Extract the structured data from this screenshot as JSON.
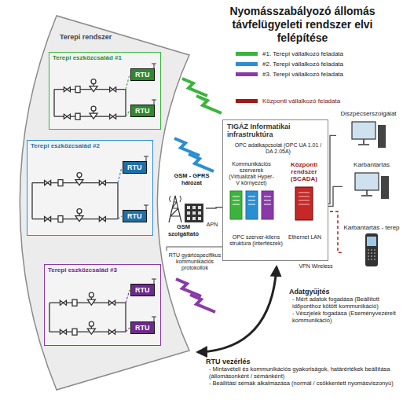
{
  "diagram": {
    "title": "Nyomásszabályozó állomás távfelügyeleti rendszer elvi felépítése",
    "nodes": [
      {
        "text": [
          "Terepi rendszer"
        ]
      },
      {
        "text": [
          "Terepi eszközcsalád #1"
        ],
        "in": 0
      },
      {
        "text": [
          "RTU"
        ],
        "in": 1
      },
      {
        "text": [
          "RTU"
        ],
        "in": 1
      },
      {
        "text": [
          "Terepi eszközcsalád #2"
        ],
        "in": 0
      },
      {
        "text": [
          "RTU"
        ],
        "in": 4
      },
      {
        "text": [
          "RTU"
        ],
        "in": 4
      },
      {
        "text": [
          "Terepi eszközcsalád #3"
        ],
        "in": 0
      },
      {
        "text": [
          "RTU"
        ],
        "in": 7
      },
      {
        "text": [
          "RTU"
        ],
        "in": 7
      },
      {
        "text": [
          "GSM szolgáltató"
        ]
      },
      {
        "text": [
          "TIGÁZ Informatikai infrastruktúra"
        ]
      },
      {
        "text": [
          "Kommunikációs szerverek (Virtualizált Hyper-V környezet)"
        ],
        "in": 11
      },
      {
        "text": [
          "Központi rendszer (SCADA)"
        ],
        "in": 11
      },
      {
        "text": [
          "Diszpécserszolgálat"
        ]
      },
      {
        "text": [
          "Karbantartás"
        ]
      },
      {
        "text": [
          "Karbantartás - terep"
        ]
      }
    ],
    "edges": [
      {
        "from": 10,
        "to": 12,
        "arrow": "none"
      },
      {
        "from": 12,
        "to": 13,
        "arrow": "none"
      },
      {
        "from": 13,
        "to": 14,
        "arrow": "none"
      },
      {
        "from": 13,
        "to": 15,
        "arrow": "none"
      },
      {
        "from": 13,
        "to": 16,
        "arrow": "none"
      }
    ],
    "labels": [
      "GSM - GPRS hálózat",
      "APN",
      "RTU gyártóspecifikus kommunikációs protokollok",
      "OPC adatkapcsolat (OPC UA 1.01 / DA 2.05A)",
      "OPC szerver-kliens struktúra (interfészek)",
      "Ethernet LAN",
      "VPN Wireless",
      "Adatgyűjtés",
      "- Mért adatok fogadása (Beállított időponthoz kötött kommunikáció)",
      "- Vészjelek fogadása (Eseményvezérelt kommunikáció)",
      "RTU vezérlés",
      "- Mintavételi és kommunikációs gyakoriságok, határértékek beállítása (állomásonként / sémánként)",
      "- Beállítási sémák alkalmazása (normál / csökkentett nyomásviszonyú)"
    ],
    "legend": [
      {
        "text": "#1. Terepi vállalkozó feladata",
        "color": "#3cb43c"
      },
      {
        "text": "#2. Terepi vállalkozó feladata",
        "color": "#2a8fd0"
      },
      {
        "text": "#3. Terepi vállalkozó feladata",
        "color": "#8a3aa8"
      },
      {
        "text": "Központi vállalkozó feladata",
        "color": "#a01818"
      }
    ]
  }
}
